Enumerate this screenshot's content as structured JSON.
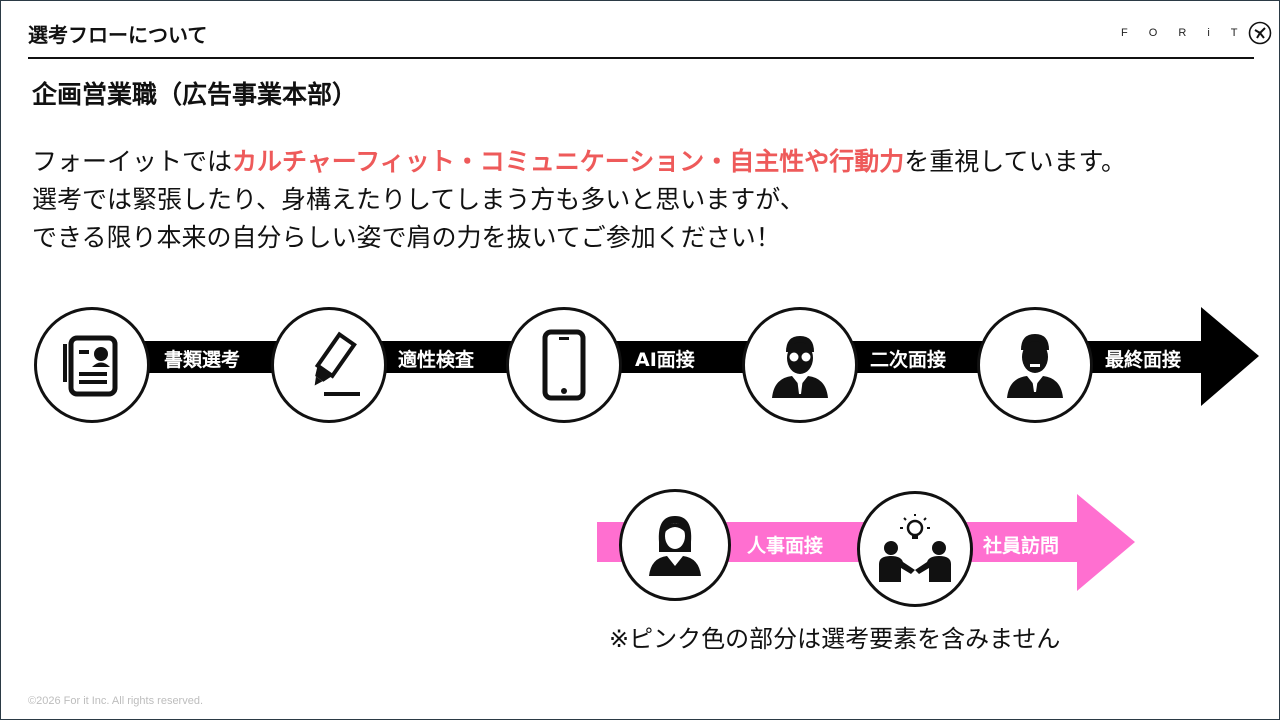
{
  "header": {
    "title": "選考フローについて"
  },
  "brand": {
    "logo_text": "F O R i T"
  },
  "subtitle": "企画営業職（広告事業本部）",
  "intro": {
    "line1_prefix": "フォーイットでは",
    "line1_highlight": "カルチャーフィット・コミュニケーション・自主性や行動力",
    "line1_suffix": "を重視しています。",
    "line2": "選考では緊張したり、身構えたりしてしまう方も多いと思いますが、",
    "line3": "できる限り本来の自分らしい姿で肩の力を抜いてご参加ください！"
  },
  "main_flow": {
    "steps": [
      {
        "label": "書類選考",
        "icon": "document-icon"
      },
      {
        "label": "適性検査",
        "icon": "marker-icon"
      },
      {
        "label": "AI面接",
        "icon": "smartphone-icon"
      },
      {
        "label": "二次面接",
        "icon": "interviewer-glasses-icon"
      },
      {
        "label": "最終面接",
        "icon": "executive-icon"
      }
    ]
  },
  "optional_flow": {
    "steps": [
      {
        "label": "人事面接",
        "icon": "hr-woman-icon"
      },
      {
        "label": "社員訪問",
        "icon": "handshake-idea-icon"
      }
    ],
    "note": "※ピンク色の部分は選考要素を含みません"
  },
  "footer": {
    "copyright": "©2026 For it Inc. All rights reserved."
  },
  "colors": {
    "accent": "#ee5a5a",
    "pink_arrow": "#ff6fd0",
    "black": "#111111"
  }
}
